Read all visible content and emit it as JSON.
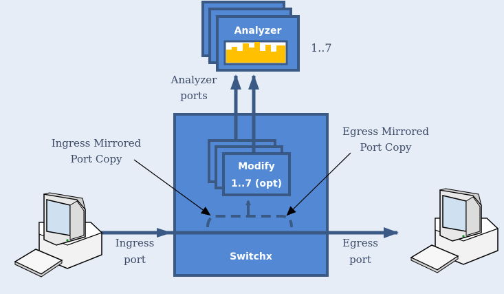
{
  "diagram": {
    "analyzer": {
      "title": "Analyzer",
      "count_label": "1..7"
    },
    "analyzer_ports_label": [
      "Analyzer",
      "ports"
    ],
    "switch": {
      "label": "Switchx"
    },
    "modify": {
      "line1": "Modify",
      "line2": "1..7 (opt)"
    },
    "ingress_mirror_label": [
      "Ingress Mirrored",
      "Port Copy"
    ],
    "egress_mirror_label": [
      "Egress Mirrored",
      "Port Copy"
    ],
    "ingress_port_label": [
      "Ingress",
      "port"
    ],
    "egress_port_label": [
      "Egress",
      "port"
    ],
    "colors": {
      "background": "#e6edf7",
      "box_fill": "#5389d4",
      "box_stroke": "#3a5a85",
      "arrow": "#3a5a85",
      "chart_fill": "#ffc000"
    }
  }
}
